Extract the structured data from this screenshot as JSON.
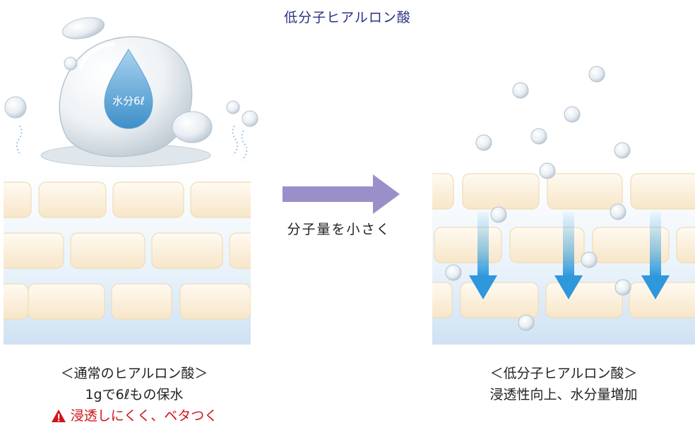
{
  "title": "低分子ヒアルロン酸",
  "drop_label": "水分6ℓ",
  "arrow_label": "分子量を小さく",
  "left_caption": {
    "line1": "＜通常のヒアルロン酸＞",
    "line2": "1gで6ℓもの保水",
    "warning": "浸透しにくく、ベタつく",
    "warning_icon": "warning-triangle-icon"
  },
  "right_caption": {
    "line1": "＜低分子ヒアルロン酸＞",
    "line2": "浸透性向上、水分量増加"
  },
  "colors": {
    "title": "#2b2f86",
    "arrow": "#9b8fc9",
    "cell_fill": "#fbf1df",
    "penetration_arrow": "#3aa3e0",
    "warning": "#d0121b"
  }
}
